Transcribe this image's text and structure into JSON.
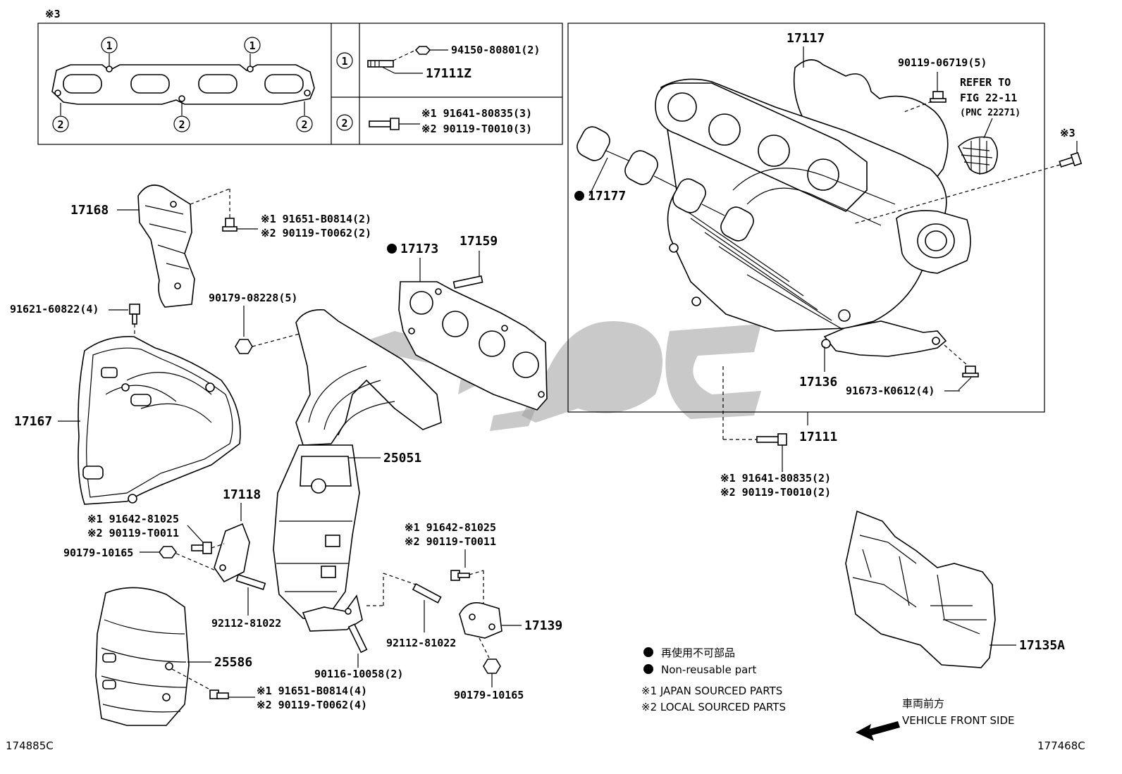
{
  "diagram": {
    "corner_left": "174885C",
    "corner_right": "177468C",
    "inset": {
      "tag": "※3",
      "circle_1": "1",
      "circle_2": "2",
      "row1_part_a": "94150-80801(2)",
      "row1_part_b": "17111Z",
      "row2_line1": "※1 91641-80835(3)",
      "row2_line2": "※2 90119-T0010(3)"
    },
    "parts": {
      "p17117": "17117",
      "p90119_06719": "90119-06719(5)",
      "refer_line1": "REFER TO",
      "refer_line2": "FIG 22-11",
      "refer_line3": "(PNC 22271)",
      "tag_x3": "※3",
      "p17177": "17177",
      "p17136": "17136",
      "p91673": "91673-K0612(4)",
      "p17111": "17111",
      "p17111_bolt1": "※1 91641-80835(2)",
      "p17111_bolt2": "※2 90119-T0010(2)",
      "p17168": "17168",
      "p17168_bolt1": "※1 91651-B0814(2)",
      "p17168_bolt2": "※2 90119-T0062(2)",
      "p17173": "17173",
      "p17159": "17159",
      "p90179_08228": "90179-08228(5)",
      "p91621": "91621-60822(4)",
      "p17167": "17167",
      "p25051": "25051",
      "p17118": "17118",
      "p17118_bolt1": "※1 91642-81025",
      "p17118_bolt2": "※2 90119-T0011",
      "p90179_10165_left": "90179-10165",
      "p92112_left": "92112-81022",
      "p25586": "25586",
      "p25586_bolt1": "※1 91651-B0814(4)",
      "p25586_bolt2": "※2 90119-T0062(4)",
      "p90116": "90116-10058(2)",
      "p17139_bolt1": "※1 91642-81025",
      "p17139_bolt2": "※2 90119-T0011",
      "p92112_mid": "92112-81022",
      "p17139": "17139",
      "p90179_10165_mid": "90179-10165",
      "p17135A": "17135A"
    },
    "legend": {
      "jp_nonreusable": "再使用不可部品",
      "nonreusable": "Non-reusable part",
      "japan_sourced": "※1 JAPAN SOURCED PARTS",
      "local_sourced": "※2 LOCAL SOURCED PARTS",
      "jp_front": "車両前方",
      "front_side": "VEHICLE FRONT SIDE"
    }
  }
}
